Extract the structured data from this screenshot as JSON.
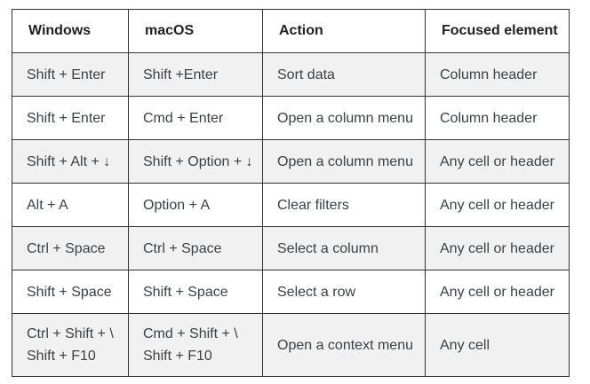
{
  "colors": {
    "border": "#333333",
    "stripe_bg": "#f1f1f1",
    "header_text": "#202124",
    "body_text": "#3c4043",
    "page_bg": "#ffffff"
  },
  "table": {
    "headers": {
      "windows": "Windows",
      "macos": "macOS",
      "action": "Action",
      "focused": "Focused element"
    },
    "rows": [
      {
        "windows": "Shift + Enter",
        "macos": "Shift +Enter",
        "action": "Sort data",
        "focused": "Column header"
      },
      {
        "windows": "Shift + Enter",
        "macos": "Cmd + Enter",
        "action": "Open a column menu",
        "focused": "Column header"
      },
      {
        "windows": "Shift + Alt + ↓",
        "macos": "Shift + Option + ↓",
        "action": "Open a column menu",
        "focused": "Any cell or header"
      },
      {
        "windows": "Alt + A",
        "macos": "Option + A",
        "action": "Clear filters",
        "focused": "Any cell or header"
      },
      {
        "windows": "Ctrl + Space",
        "macos": "Ctrl + Space",
        "action": "Select a column",
        "focused": "Any cell or header"
      },
      {
        "windows": "Shift + Space",
        "macos": "Shift + Space",
        "action": "Select a row",
        "focused": "Any cell or header"
      },
      {
        "windows": "Ctrl + Shift + \\\nShift + F10",
        "macos": "Cmd + Shift + \\\nShift + F10",
        "action": "Open a context menu",
        "focused": "Any cell"
      }
    ]
  }
}
